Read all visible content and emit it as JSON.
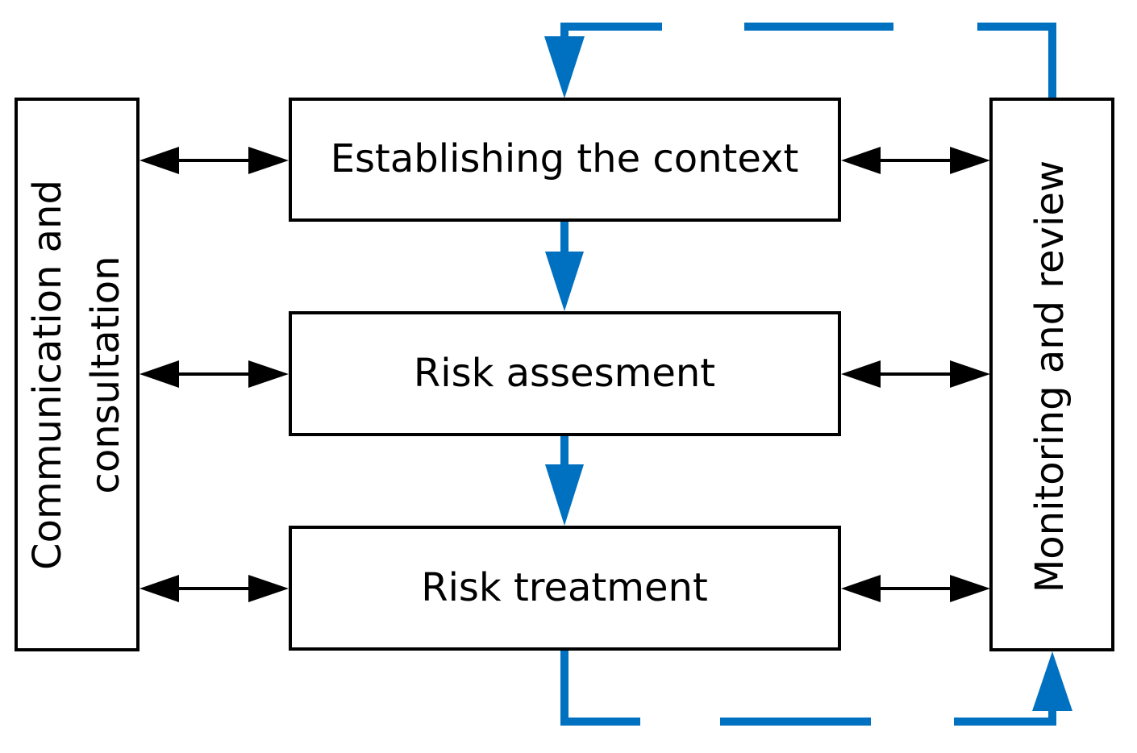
{
  "diagram": {
    "left_box": {
      "line1": "Communication and",
      "line2": "consultation"
    },
    "right_box": {
      "label": "Monitoring and review"
    },
    "steps": [
      {
        "label": "Establishing the context"
      },
      {
        "label": "Risk assesment"
      },
      {
        "label": "Risk treatment"
      }
    ],
    "colors": {
      "flow_arrows": "#0070c0",
      "connectors": "#000000"
    }
  }
}
